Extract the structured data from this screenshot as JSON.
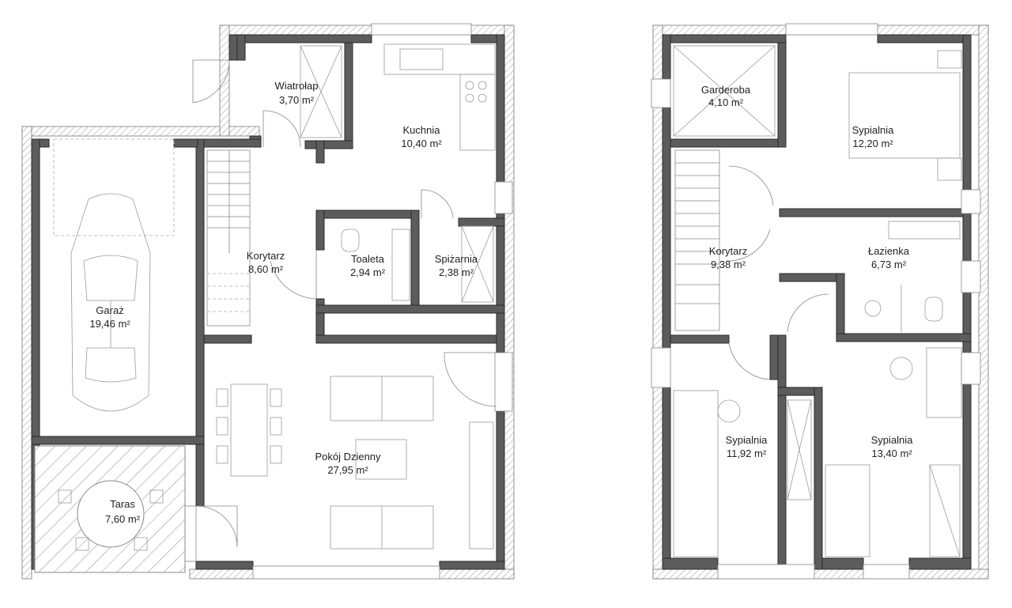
{
  "ground_floor": {
    "rooms": [
      {
        "id": "wiatrolap",
        "name": "Wiatrołap",
        "area": "3,70 m²"
      },
      {
        "id": "kuchnia",
        "name": "Kuchnia",
        "area": "10,40 m²"
      },
      {
        "id": "garaz",
        "name": "Garaż",
        "area": "19,46 m²"
      },
      {
        "id": "korytarz",
        "name": "Korytarz",
        "area": "8,60 m²"
      },
      {
        "id": "toaleta",
        "name": "Toaleta",
        "area": "2,94 m²"
      },
      {
        "id": "spizarnia",
        "name": "Spiżarnia",
        "area": "2,38 m²"
      },
      {
        "id": "pokoj",
        "name": "Pokój Dzienny",
        "area": "27,95 m²"
      },
      {
        "id": "taras",
        "name": "Taras",
        "area": "7,60 m²"
      }
    ]
  },
  "first_floor": {
    "rooms": [
      {
        "id": "garderoba",
        "name": "Garderoba",
        "area": "4,10 m²"
      },
      {
        "id": "sypialnia1",
        "name": "Sypialnia",
        "area": "12,20 m²"
      },
      {
        "id": "korytarz2",
        "name": "Korytarz",
        "area": "9,38 m²"
      },
      {
        "id": "lazienka",
        "name": "Łazienka",
        "area": "6,73 m²"
      },
      {
        "id": "sypialnia2",
        "name": "Sypialnia",
        "area": "11,92 m²"
      },
      {
        "id": "sypialnia3",
        "name": "Sypialnia",
        "area": "13,40 m²"
      }
    ]
  }
}
